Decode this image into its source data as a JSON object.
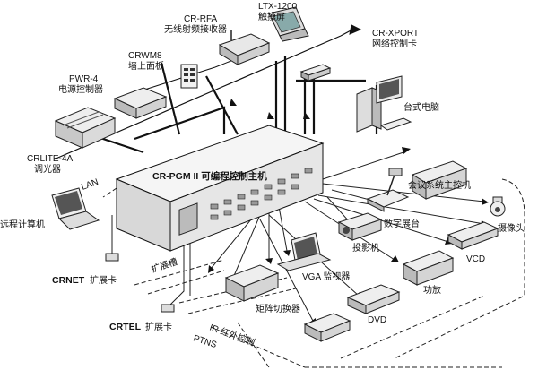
{
  "labels": {
    "ltx_model": "LTX-1200",
    "ltx_name": "触摸屏",
    "rfa_model": "CR-RFA",
    "rfa_name": "无线射频接收器",
    "xport_model": "CR-XPORT",
    "xport_name": "网络控制卡",
    "crwm8_model": "CRWM8",
    "crwm8_name": "墙上面板",
    "pwr_model": "PWR-4",
    "pwr_name": "电源控制器",
    "desktop": "台式电脑",
    "crlite_model": "CRLITE-4A",
    "crlite_name": "调光器",
    "host": "CR-PGM II 可编程控制主机",
    "conf": "会议系统主控机",
    "camera": "摄像头",
    "lan": "LAN",
    "remote": "远程计算机",
    "visualizer": "数字展台",
    "projector": "投影机",
    "vcd": "VCD",
    "vga": "VGA 监视器",
    "amp": "功放",
    "crnet": "CRNET",
    "crnet_card": "扩展卡",
    "slot": "扩展槽",
    "matrix": "矩阵切换器",
    "dvd": "DVD",
    "ir": "IR 红外控制",
    "crtel": "CRTEL",
    "crtel_card": "扩展卡",
    "ptns": "PTNS"
  }
}
